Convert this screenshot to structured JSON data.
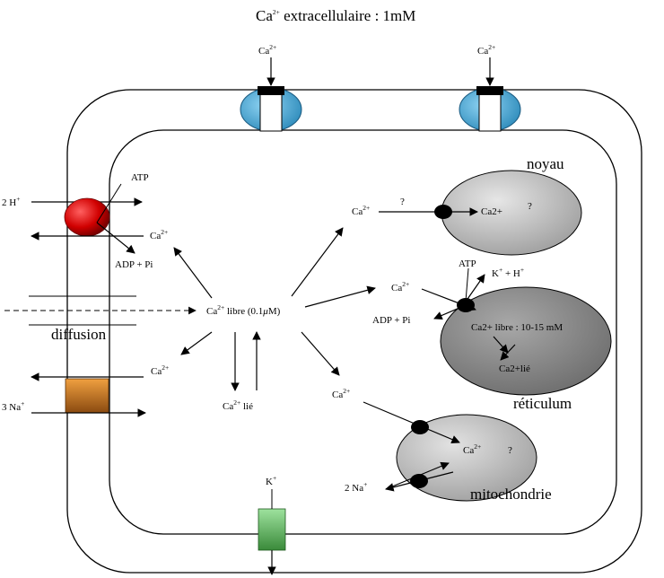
{
  "title": {
    "base": "Ca",
    "sup": "2+",
    "rest": " extracellulaire : 1mM"
  },
  "channels": {
    "left_top": {
      "base": "Ca",
      "sup": "2+"
    },
    "right_top": {
      "base": "Ca",
      "sup": "2+"
    },
    "potassium": {
      "base": "K",
      "sup": "+"
    }
  },
  "pump_left": {
    "h_in": {
      "base": "2 H",
      "sup": "+"
    },
    "atp": "ATP",
    "ca": {
      "base": "Ca",
      "sup": "2+"
    },
    "adp": "ADP + Pi"
  },
  "diffusion": "diffusion",
  "exchanger": {
    "ca": {
      "base": "Ca",
      "sup": "2+"
    },
    "na": {
      "base": "3 Na",
      "sup": "+"
    }
  },
  "center": {
    "base": "Ca",
    "sup": "2+",
    "rest": " libre (0.1",
    "mu": "μ",
    "rest2": "M)"
  },
  "bound": {
    "base": "Ca",
    "sup": "2+",
    "rest": " lié"
  },
  "nucleus": {
    "label": "noyau",
    "ca_out": {
      "base": "Ca",
      "sup": "2+"
    },
    "q_out": "?",
    "ca_in": "Ca2+",
    "q_in": "?"
  },
  "reticulum": {
    "label": "réticulum",
    "atp": "ATP",
    "kh": {
      "k": "K",
      "sup1": "+",
      "mid": " + H",
      "sup2": "+"
    },
    "ca_out": {
      "base": "Ca",
      "sup": "2+"
    },
    "adp": "ADP + Pi",
    "free": "Ca2+ libre : 10-15 mM",
    "bound": "Ca2+lié"
  },
  "mitochondria": {
    "label": "mitochondrie",
    "ca_out": {
      "base": "Ca",
      "sup": "2+"
    },
    "ca_in": {
      "base": "Ca",
      "sup": "2+"
    },
    "q": "?",
    "na": {
      "base": "2 Na",
      "sup": "+"
    }
  },
  "colors": {
    "ca_channel": "#4aa8d8",
    "pump": "#d00000",
    "exchanger": "#e07a20",
    "k_channel": "#5ab85a",
    "organelle_light": "#c8c8c8",
    "reticulum": "#8a8a8a"
  }
}
